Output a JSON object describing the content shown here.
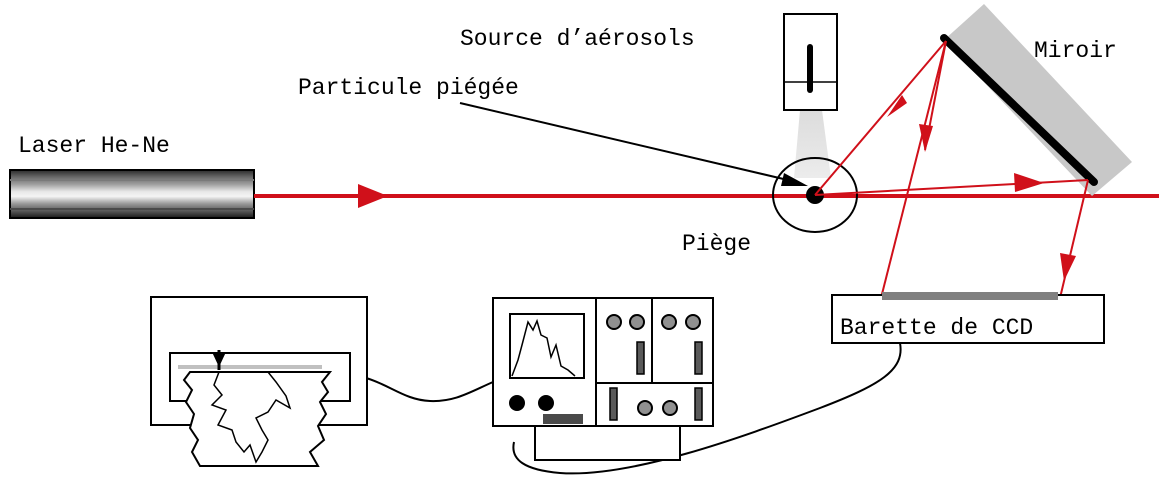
{
  "labels": {
    "source": "Source d’aérosols",
    "mirror": "Miroir",
    "particle": "Particule piégée",
    "laser": "Laser He-Ne",
    "trap": "Piège",
    "ccd": "Barette de  CCD"
  },
  "colors": {
    "beam": "#d0101a",
    "mirror_body": "#c8c8c8",
    "ccd_strip": "#808080",
    "screen_bar": "#c0c0c0"
  }
}
